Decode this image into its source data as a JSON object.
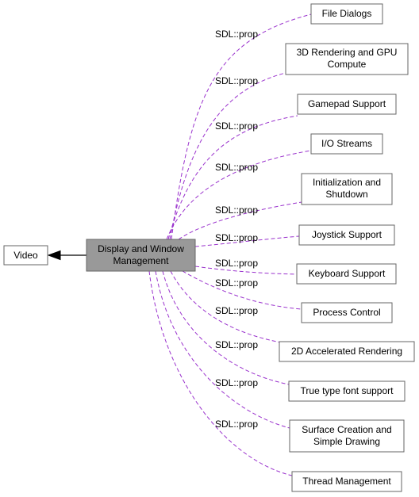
{
  "focus": {
    "line1": "Display and Window",
    "line2": "Management"
  },
  "parent": {
    "label": "Video"
  },
  "edge_label": "SDL::prop",
  "groups": [
    {
      "line1": "File Dialogs",
      "line2": ""
    },
    {
      "line1": "3D Rendering and GPU",
      "line2": "Compute"
    },
    {
      "line1": "Gamepad Support",
      "line2": ""
    },
    {
      "line1": "I/O Streams",
      "line2": ""
    },
    {
      "line1": "Initialization and",
      "line2": "Shutdown"
    },
    {
      "line1": "Joystick Support",
      "line2": ""
    },
    {
      "line1": "Keyboard Support",
      "line2": ""
    },
    {
      "line1": "Process Control",
      "line2": ""
    },
    {
      "line1": "2D Accelerated Rendering",
      "line2": ""
    },
    {
      "line1": "True type font support",
      "line2": ""
    },
    {
      "line1": "Surface Creation and",
      "line2": "Simple Drawing"
    },
    {
      "line1": "Thread Management",
      "line2": ""
    }
  ],
  "colors": {
    "edge": "#9a32cd",
    "focus_fill": "#999999",
    "node_border": "#666666"
  }
}
